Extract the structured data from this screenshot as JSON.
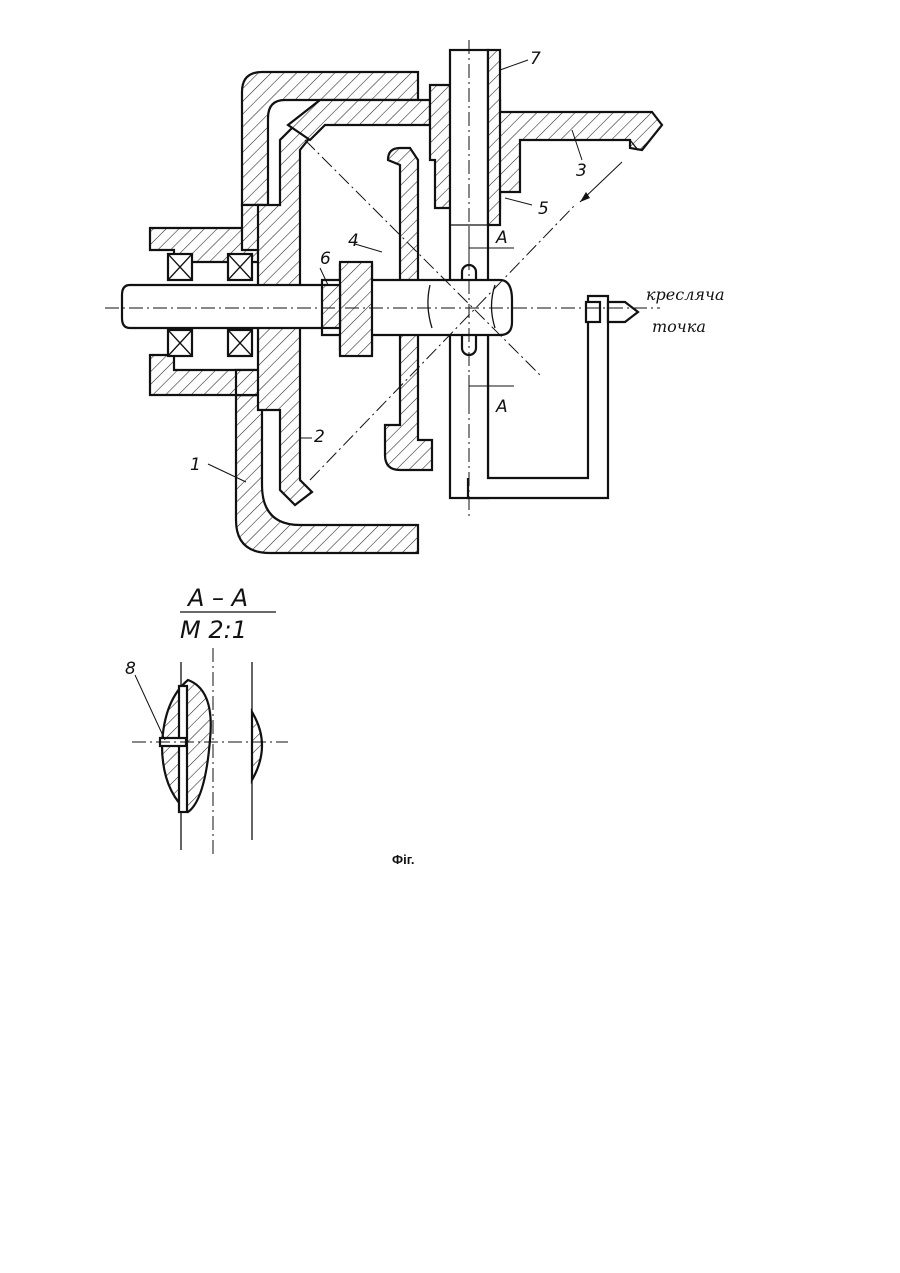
{
  "figure": {
    "part_labels": [
      "1",
      "2",
      "3",
      "4",
      "5",
      "6",
      "7",
      "8"
    ],
    "section_marks": [
      "A",
      "A"
    ],
    "drawing_point_label": [
      "креслячa",
      "точкa"
    ],
    "section_title": "A – A",
    "section_scale": "M 2:1",
    "caption": "Фіг."
  }
}
